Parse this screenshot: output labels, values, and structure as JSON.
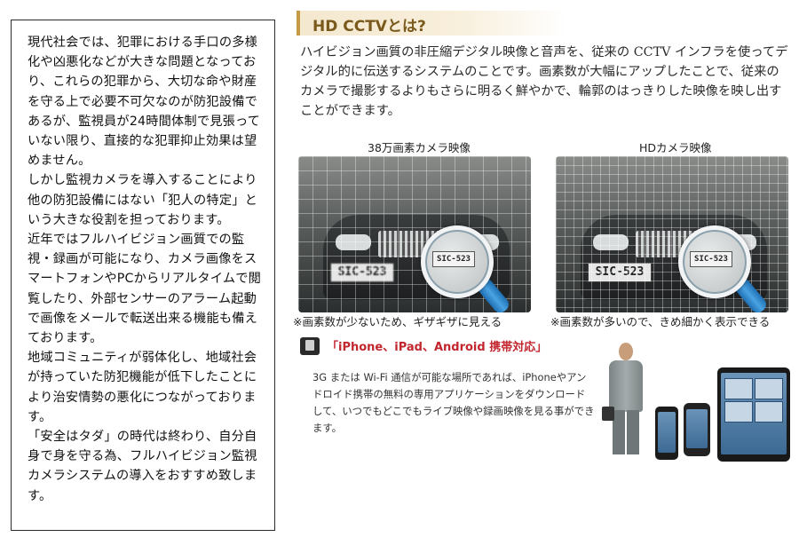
{
  "left_panel": {
    "paragraphs": [
      "現代社会では、犯罪における手口の多様化や凶悪化などが大きな問題となっており、これらの犯罪から、大切な命や財産を守る上で必要不可欠なのが防犯設備であるが、監視員が24時間体制で見張っていない限り、直接的な犯罪抑止効果は望めません。",
      "しかし監視カメラを導入することにより他の防犯設備にはない「犯人の特定」という大きな役割を担っております。",
      "近年ではフルハイビジョン画質での監視・録画が可能になり、カメラ画像をスマートフォンやPCからリアルタイムで閲覧したり、外部センサーのアラーム起動で画像をメールで転送出来る機能も備えております。",
      "地域コミュニティが弱体化し、地域社会が持っていた防犯機能が低下したことにより治安情勢の悪化につながっております。",
      "「安全はタダ」の時代は終わり、自分自身で身を守る為、フルハイビジョン監視カメラシステムの導入をおすすめ致します。"
    ]
  },
  "right_panel": {
    "heading": "HD CCTVとは?",
    "intro": "ハイビジョン画質の非圧縮デジタル映像と音声を、従来の CCTV インフラを使ってデジタル的に伝送するシステムのことです。画素数が大幅にアップしたことで、従来のカメラで撮影するよりもさらに明るく鮮やかで、輪郭のはっきりした映像を映し出すことができます。",
    "comparison": {
      "left": {
        "label": "38万画素カメラ映像",
        "plate": "SIC-523",
        "caption": "※画素数が少ないため、ギザギザに見える"
      },
      "right": {
        "label": "HDカメラ映像",
        "plate": "SIC-523",
        "caption": "※画素数が多いので、きめ細かく表示できる"
      }
    },
    "mobile": {
      "title": "「iPhone、iPad、Android 携帯対応」",
      "text": "3G または Wi-Fi 通信が可能な場所であれば、iPhoneやアンドロイド携帯の無料の専用アプリケーションをダウンロードして、いつでもどこでもライブ映像や録画映像を見る事ができます。"
    }
  },
  "icons": [
    "phone-icon",
    "magnifier-icon"
  ],
  "colors": {
    "heading": "#7a5a1c",
    "heading_accent": "#c79a45",
    "mobile_title": "#c2262e",
    "magnifier_handle": "#2f86cc"
  }
}
